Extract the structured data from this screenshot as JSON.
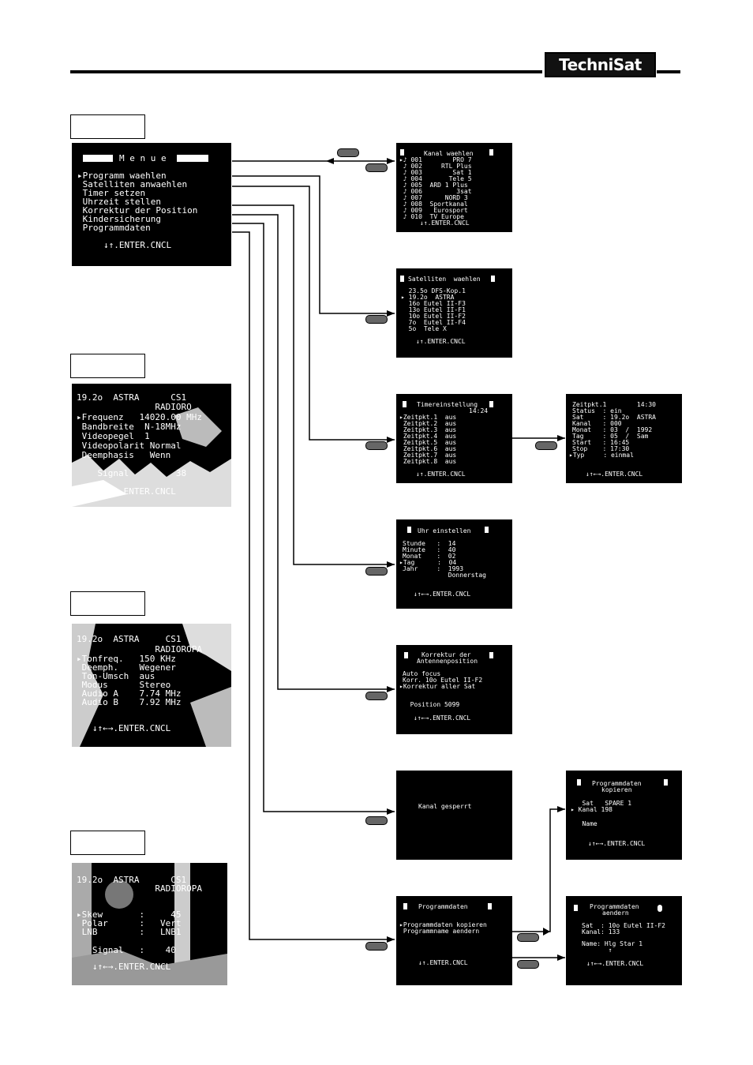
{
  "header": {
    "logo_text": "TechniSat"
  },
  "main_menu": {
    "title": "M e n u e",
    "items": [
      "▸Programm waehlen",
      " Satelliten anwaehlen",
      " Timer setzen",
      " Uhrzeit stellen",
      " Korrektur der Position",
      " Kindersicherung",
      " Programmdaten"
    ],
    "footer": "↓↑.ENTER.CNCL"
  },
  "osd1": {
    "lines": [
      "19.2o  ASTRA      CS1",
      "               RADIORO",
      "▸Frequenz   14020.00 MHz",
      " Bandbreite  N-18MHz",
      " Videopegel  1",
      " Videopolarit Normal",
      " Deemphasis   Wenn",
      "",
      "    Signal         38",
      "    ↓↑←→.ENTER.CNCL"
    ]
  },
  "osd2": {
    "lines": [
      "19.2o  ASTRA     CS1",
      "               RADIOROPA",
      "▸Tonfreq.   150 KHz",
      " Deemph.    Wegener",
      " Ton-Umsch  aus",
      " Modus      Stereo",
      " Audio A    7.74 MHz",
      " Audio B    7.92 MHz",
      "",
      "   ↓↑←→.ENTER.CNCL"
    ]
  },
  "osd3": {
    "lines": [
      "19.2o  ASTRA      CS1",
      "               RADIOROPA",
      "",
      "▸Skew       :     45",
      " Polar      :   Vert",
      " LNB        :   LNB1",
      "",
      "   Signal   :    40",
      "   ↓↑←→.ENTER.CNCL"
    ]
  },
  "kanal": {
    "title": "Kanal waehlen",
    "lines": [
      "▸♪ 001        PRO 7",
      " ♪ 002     RTL Plus",
      " ♪ 003        Sat 1",
      " ♪ 004       Tele 5",
      " ♪ 005  ARD 1 Plus",
      " ♪ 006         3sat",
      " ♪ 007      NORD 3",
      " ♪ 008  Sportkanal",
      " ♪ 009   Eurosport",
      " ♪ 010  TV Europe"
    ],
    "footer": "↓↑.ENTER.CNCL"
  },
  "satelliten": {
    "title": "Satelliten  waehlen",
    "lines": [
      "  23.5o DFS-Kop.1",
      "▸ 19.2o  ASTRA",
      "  16o Eutel II-F3",
      "  13o Eutel II-F1",
      "  10o Eutel II-F2",
      "  7o  Eutel II-F4",
      "  5o  Tele X"
    ],
    "footer": "↓↑.ENTER.CNCL"
  },
  "timer": {
    "title": "Timereinstellung",
    "time": "14:24",
    "lines": [
      "▸Zeitpkt.1  aus",
      " Zeitpkt.2  aus",
      " Zeitpkt.3  aus",
      " Zeitpkt.4  aus",
      " Zeitpkt.5  aus",
      " Zeitpkt.6  aus",
      " Zeitpkt.7  aus",
      " Zeitpkt.8  aus"
    ],
    "footer": "↓↑.ENTER.CNCL"
  },
  "timer_detail": {
    "lines": [
      "Zeitpkt.1        14:30",
      "Status  : ein",
      "Sat     : 19.2o  ASTRA",
      "Kanal   : 000",
      "Monat   : 03  /  1992",
      "Tag     : 05  /  Sam",
      "Start   : 16:45",
      "Stop    : 17:30",
      "▸Typ     : einmal"
    ],
    "footer": "↓↑←→.ENTER.CNCL"
  },
  "uhr": {
    "title": "Uhr einstellen",
    "lines": [
      "Stunde   :  14",
      "Minute   :  40",
      "Monat    :  02",
      "▸Tag      :  04",
      "Jahr     :  1993",
      "            Donnerstag"
    ],
    "footer": "↓↑←→.ENTER.CNCL"
  },
  "korrektur": {
    "title1": "Korrektur der",
    "title2": "Antennenposition",
    "lines": [
      "Auto focus",
      "Korr. 10o Eutel II-F2",
      "▸Korrektur aller Sat",
      "",
      "  Position 5099"
    ],
    "footer": "↓↑←→.ENTER.CNCL"
  },
  "kanal_gesperrt": {
    "text": "Kanal gesperrt"
  },
  "programmdaten": {
    "title": "Programmdaten",
    "lines": [
      "▸Programmdaten kopieren",
      " Programmname aendern"
    ],
    "footer": "↓↑.ENTER.CNCL"
  },
  "pd_kopieren": {
    "title1": "Programmdaten",
    "title2": "kopieren",
    "lines": [
      "   Sat   SPARE 1",
      "▸ Kanal 198",
      "",
      "   Name"
    ],
    "footer": "↓↑←→.ENTER.CNCL"
  },
  "pd_aendern": {
    "title1": "Programmdaten",
    "title2": "aendern",
    "lines": [
      "Sat  : 10o Eutel II-F2",
      "Kanal: 133",
      "",
      "Name: Hlg Star 1",
      "       ↑"
    ],
    "footer": "↓↑←→.ENTER.CNCL"
  }
}
